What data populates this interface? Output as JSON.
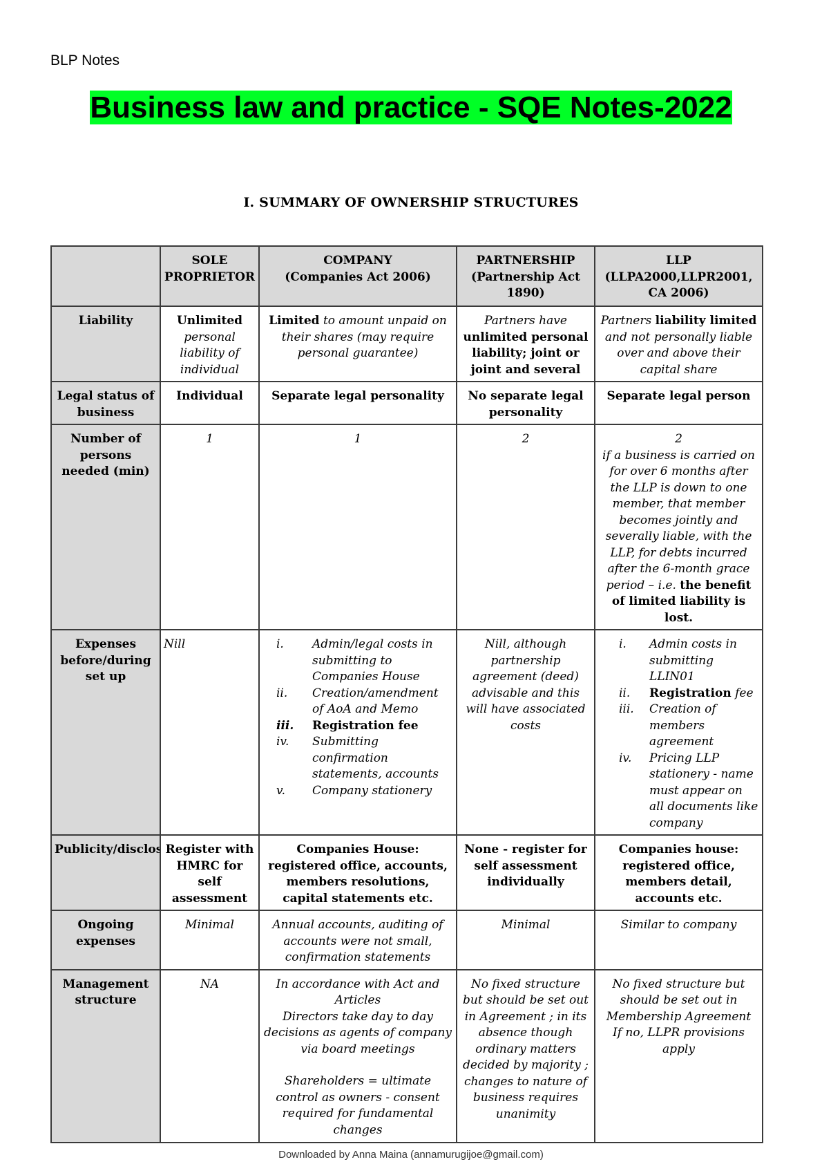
{
  "doc": {
    "header": "BLP Notes",
    "title": "Business law and practice - SQE Notes-2022",
    "section_heading": "I. SUMMARY OF OWNERSHIP STRUCTURES",
    "footer": "Downloaded by Anna Maina (annamurugijoe@gmail.com)",
    "title_highlight_color": "#00ff26",
    "header_fill_color": "#d9d9d9"
  },
  "columns": [
    {
      "line1": "SOLE",
      "line2": "PROPRIETOR"
    },
    {
      "line1": "COMPANY",
      "line2": "(Companies Act 2006)"
    },
    {
      "line1": "PARTNERSHIP",
      "line2": "(Partnership Act 1890)"
    },
    {
      "line1": "LLP",
      "line2": "(LLPA2000,LLPR2001, CA 2006)"
    }
  ],
  "rows": {
    "liability": {
      "label": "Liability",
      "sole_bold": "Unlimited",
      "sole_rest": "personal liability of individual",
      "company_bold": "Limited",
      "company_rest": "to amount unpaid on their shares (may require personal guarantee)",
      "partnership_italic": "Partners have",
      "partnership_bold": "unlimited personal liability; joint or joint and several",
      "llp_italic1": "Partners",
      "llp_bold": "liability limited",
      "llp_italic2": "and not personally liable over and above their capital share"
    },
    "legal_status": {
      "label": "Legal status of business",
      "sole": "Individual",
      "company": "Separate legal personality",
      "partnership": "No separate legal personality",
      "llp": "Separate legal person"
    },
    "persons": {
      "label": "Number of persons needed (min)",
      "sole": "1",
      "company": "1",
      "partnership": "2",
      "llp_num": "2",
      "llp_note": "if a business is carried on for over 6 months after the LLP is down to one member, that member becomes jointly and severally liable, with the LLP, for debts incurred after the 6-month grace period – i.e.",
      "llp_note_bold": "the benefit of limited liability is lost."
    },
    "expenses_setup": {
      "label": "Expenses before/during set up",
      "sole": "Nill",
      "company_items": [
        {
          "num": "i.",
          "text": "Admin/legal costs in submitting to Companies House"
        },
        {
          "num": "ii.",
          "text": "Creation/amendment of AoA and Memo"
        },
        {
          "num": "iii.",
          "text": "Registration fee"
        },
        {
          "num": "iv.",
          "text": "Submitting confirmation statements, accounts"
        },
        {
          "num": "v.",
          "text": "Company stationery"
        }
      ],
      "partnership": "Nill, although partnership agreement (deed) advisable and this will have associated costs",
      "llp_items": [
        {
          "num": "i.",
          "text": "Admin costs in submitting LLIN01"
        },
        {
          "num": "ii.",
          "text_bold": "Registration",
          "text": "fee"
        },
        {
          "num": "iii.",
          "text": "Creation of members agreement"
        },
        {
          "num": "iv.",
          "text": "Pricing LLP stationery - name must appear on all documents like company"
        }
      ]
    },
    "publicity": {
      "label": "Publicity/disclosure",
      "sole": "Register with HMRC for self assessment",
      "company": "Companies House: registered office, accounts, members resolutions, capital statements etc.",
      "partnership": "None - register for self assessment individually",
      "llp": "Companies house: registered office, members detail, accounts etc."
    },
    "ongoing": {
      "label": "Ongoing expenses",
      "sole": "Minimal",
      "company": "Annual accounts, auditing of accounts were not small, confirmation statements",
      "partnership": "Minimal",
      "llp": "Similar to company"
    },
    "management": {
      "label": "Management structure",
      "sole": "NA",
      "company_p1": "In accordance with Act and Articles",
      "company_p2": "Directors take day to day decisions as agents of company via board meetings",
      "company_p3": "Shareholders = ultimate control as owners - consent required for fundamental changes",
      "partnership": "No fixed structure but should be set out in Agreement ; in its absence though ordinary matters decided by majority ; changes to nature of business requires unanimity",
      "llp_p1": "No fixed structure but should be set out in Membership Agreement",
      "llp_p2": "If no, LLPR provisions apply"
    }
  }
}
